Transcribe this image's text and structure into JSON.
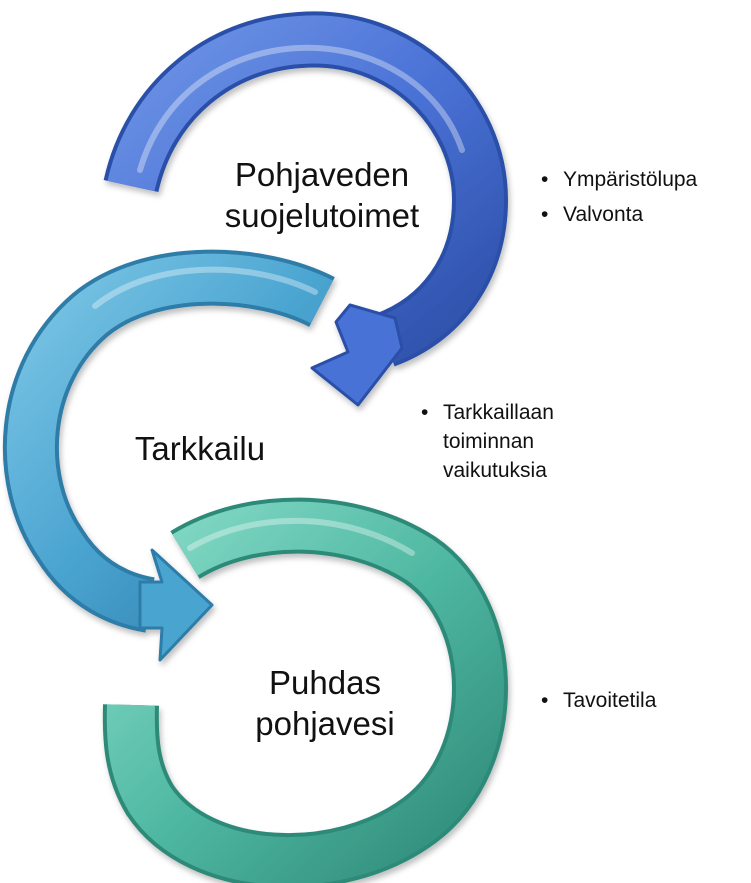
{
  "stages": [
    {
      "id": "suojelutoimet",
      "title_lines": [
        "Pohjaveden",
        "suojelutoimet"
      ],
      "bullets": [
        "Ympäristölupa",
        "Valvonta"
      ],
      "color_light": "#6f95e6",
      "color_mid": "#4a72d6",
      "color_dark": "#2c4fa8"
    },
    {
      "id": "tarkkailu",
      "title_lines": [
        "Tarkkailu"
      ],
      "bullets": [
        "Tarkkaillaan toiminnan vaikutuksia"
      ],
      "color_light": "#7cc6e6",
      "color_mid": "#4aa4d0",
      "color_dark": "#2e7ba8"
    },
    {
      "id": "puhdas-pohjavesi",
      "title_lines": [
        "Puhdas",
        "pohjavesi"
      ],
      "bullets": [
        "Tavoitetila"
      ],
      "color_light": "#86dbc8",
      "color_mid": "#4fb8a2",
      "color_dark": "#2e8a78"
    }
  ]
}
